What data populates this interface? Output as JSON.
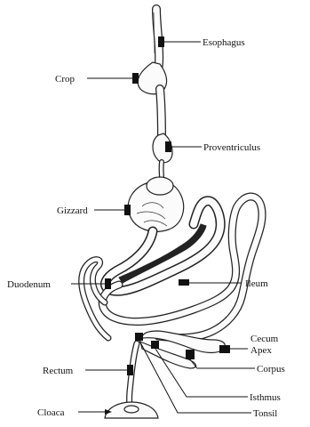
{
  "labels": {
    "esophagus": "Esophagus",
    "crop": "Crop",
    "proventriculus": "Proventriculus",
    "gizzard": "Gizzard",
    "duodenum": "Duodenum",
    "ileum": "Ileum",
    "cecum": "Cecum",
    "apex": "Apex",
    "corpus": "Corpus",
    "isthmus": "Isthmus",
    "tonsil": "Tonsil",
    "rectum": "Rectum",
    "cloaca": "Cloaca"
  }
}
